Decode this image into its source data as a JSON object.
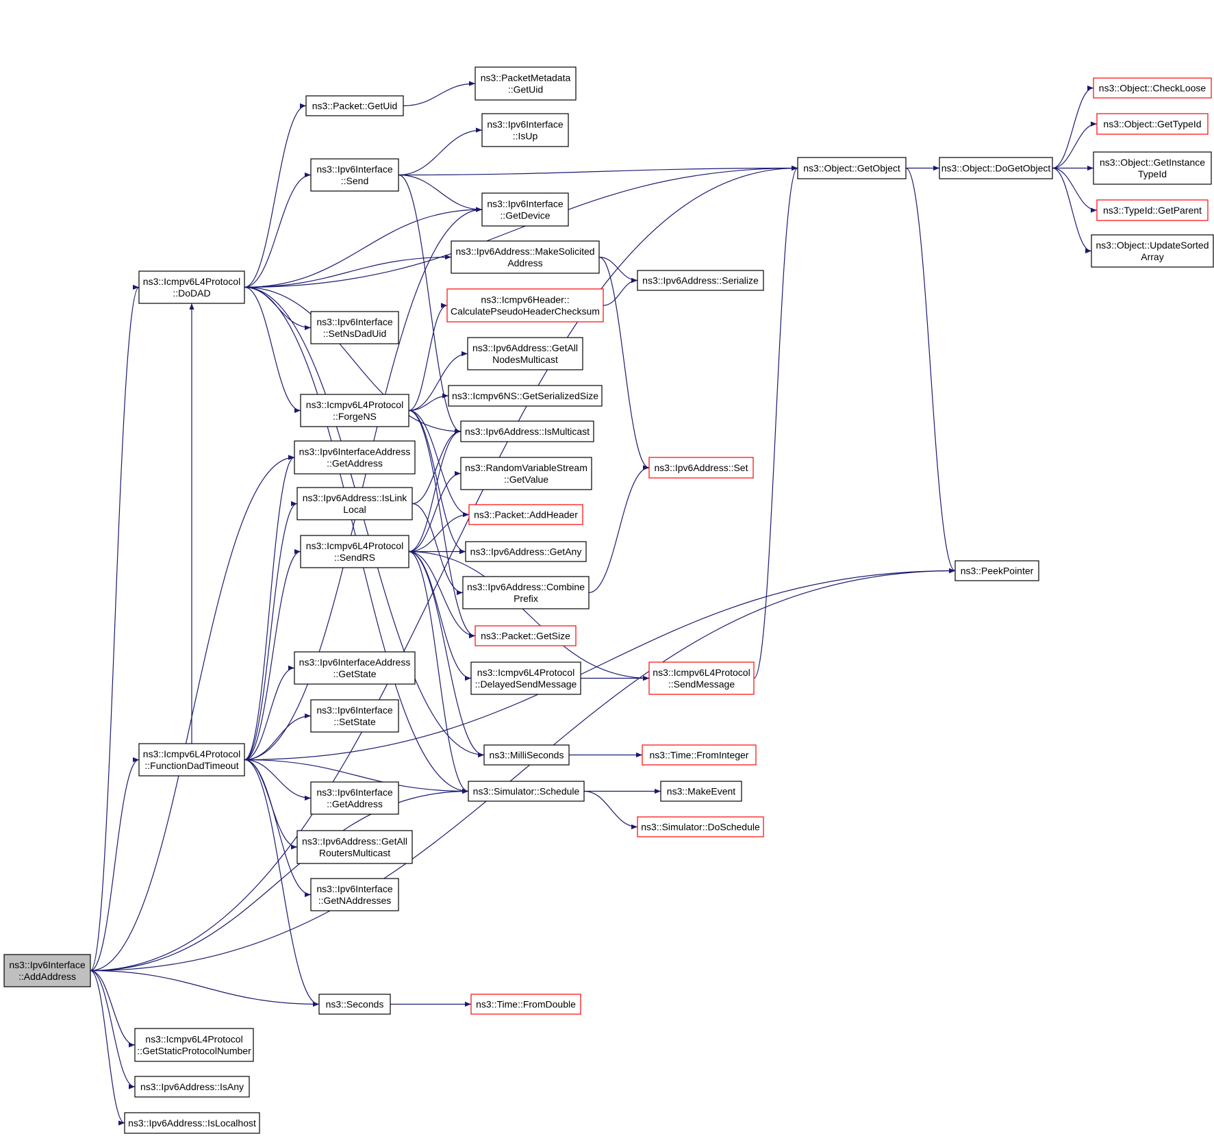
{
  "colors": {
    "edge": "#191970",
    "border_normal": "#000000",
    "border_truncated": "#ff0000",
    "root_fill": "#bfbfbf",
    "node_fill": "#ffffff"
  },
  "nodes": {
    "add_address": {
      "lines": [
        "ns3::Ipv6Interface",
        "::AddAddress"
      ],
      "style": "root"
    },
    "dodad": {
      "lines": [
        "ns3::Icmpv6L4Protocol",
        "::DoDAD"
      ],
      "style": "normal"
    },
    "func_dad": {
      "lines": [
        "ns3::Icmpv6L4Protocol",
        "::FunctionDadTimeout"
      ],
      "style": "normal"
    },
    "get_static": {
      "lines": [
        "ns3::Icmpv6L4Protocol",
        "::GetStaticProtocolNumber"
      ],
      "style": "normal"
    },
    "is_any": {
      "lines": [
        "ns3::Ipv6Address::IsAny"
      ],
      "style": "normal"
    },
    "is_localhost": {
      "lines": [
        "ns3::Ipv6Address::IsLocalhost"
      ],
      "style": "normal"
    },
    "pkt_getuid": {
      "lines": [
        "ns3::Packet::GetUid"
      ],
      "style": "normal"
    },
    "if_send": {
      "lines": [
        "ns3::Ipv6Interface",
        "::Send"
      ],
      "style": "normal"
    },
    "set_nsdaduid": {
      "lines": [
        "ns3::Ipv6Interface",
        "::SetNsDadUid"
      ],
      "style": "normal"
    },
    "forge_ns": {
      "lines": [
        "ns3::Icmpv6L4Protocol",
        "::ForgeNS"
      ],
      "style": "normal"
    },
    "ifaddr_getaddress": {
      "lines": [
        "ns3::Ipv6InterfaceAddress",
        "::GetAddress"
      ],
      "style": "normal"
    },
    "is_link_local": {
      "lines": [
        "ns3::Ipv6Address::IsLink",
        "Local"
      ],
      "style": "normal"
    },
    "send_rs": {
      "lines": [
        "ns3::Icmpv6L4Protocol",
        "::SendRS"
      ],
      "style": "normal"
    },
    "ifaddr_getstate": {
      "lines": [
        "ns3::Ipv6InterfaceAddress",
        "::GetState"
      ],
      "style": "normal"
    },
    "if_setstate": {
      "lines": [
        "ns3::Ipv6Interface",
        "::SetState"
      ],
      "style": "normal"
    },
    "if_getaddress": {
      "lines": [
        "ns3::Ipv6Interface",
        "::GetAddress"
      ],
      "style": "normal"
    },
    "all_routers": {
      "lines": [
        "ns3::Ipv6Address::GetAll",
        "RoutersMulticast"
      ],
      "style": "normal"
    },
    "if_getnaddr": {
      "lines": [
        "ns3::Ipv6Interface",
        "::GetNAddresses"
      ],
      "style": "normal"
    },
    "seconds": {
      "lines": [
        "ns3::Seconds"
      ],
      "style": "normal"
    },
    "pkt_metadata": {
      "lines": [
        "ns3::PacketMetadata",
        "::GetUid"
      ],
      "style": "normal"
    },
    "if_isup": {
      "lines": [
        "ns3::Ipv6Interface",
        "::IsUp"
      ],
      "style": "normal"
    },
    "if_getdevice": {
      "lines": [
        "ns3::Ipv6Interface",
        "::GetDevice"
      ],
      "style": "normal"
    },
    "make_solicited": {
      "lines": [
        "ns3::Ipv6Address::MakeSolicited",
        "Address"
      ],
      "style": "normal"
    },
    "calc_checksum": {
      "lines": [
        "ns3::Icmpv6Header::",
        "CalculatePseudoHeaderChecksum"
      ],
      "style": "truncated"
    },
    "all_nodes": {
      "lines": [
        "ns3::Ipv6Address::GetAll",
        "NodesMulticast"
      ],
      "style": "normal"
    },
    "ns_size": {
      "lines": [
        "ns3::Icmpv6NS::GetSerializedSize"
      ],
      "style": "normal"
    },
    "is_multicast": {
      "lines": [
        "ns3::Ipv6Address::IsMulticast"
      ],
      "style": "normal"
    },
    "rand_getvalue": {
      "lines": [
        "ns3::RandomVariableStream",
        "::GetValue"
      ],
      "style": "normal"
    },
    "add_header": {
      "lines": [
        "ns3::Packet::AddHeader"
      ],
      "style": "truncated"
    },
    "get_any": {
      "lines": [
        "ns3::Ipv6Address::GetAny"
      ],
      "style": "normal"
    },
    "combine_prefix": {
      "lines": [
        "ns3::Ipv6Address::Combine",
        "Prefix"
      ],
      "style": "normal"
    },
    "pkt_getsize": {
      "lines": [
        "ns3::Packet::GetSize"
      ],
      "style": "truncated"
    },
    "delayed_send": {
      "lines": [
        "ns3::Icmpv6L4Protocol",
        "::DelayedSendMessage"
      ],
      "style": "normal"
    },
    "millis": {
      "lines": [
        "ns3::MilliSeconds"
      ],
      "style": "normal"
    },
    "sim_schedule": {
      "lines": [
        "ns3::Simulator::Schedule"
      ],
      "style": "normal"
    },
    "from_double": {
      "lines": [
        "ns3::Time::FromDouble"
      ],
      "style": "truncated"
    },
    "get_object": {
      "lines": [
        "ns3::Object::GetObject"
      ],
      "style": "normal"
    },
    "serialize": {
      "lines": [
        "ns3::Ipv6Address::Serialize"
      ],
      "style": "normal"
    },
    "addr_set": {
      "lines": [
        "ns3::Ipv6Address::Set"
      ],
      "style": "truncated"
    },
    "send_message": {
      "lines": [
        "ns3::Icmpv6L4Protocol",
        "::SendMessage"
      ],
      "style": "truncated"
    },
    "from_integer": {
      "lines": [
        "ns3::Time::FromInteger"
      ],
      "style": "truncated"
    },
    "make_event": {
      "lines": [
        "ns3::MakeEvent"
      ],
      "style": "normal"
    },
    "do_schedule": {
      "lines": [
        "ns3::Simulator::DoSchedule"
      ],
      "style": "truncated"
    },
    "do_getobject": {
      "lines": [
        "ns3::Object::DoGetObject"
      ],
      "style": "normal"
    },
    "peek_pointer": {
      "lines": [
        "ns3::PeekPointer"
      ],
      "style": "normal"
    },
    "check_loose": {
      "lines": [
        "ns3::Object::CheckLoose"
      ],
      "style": "truncated"
    },
    "get_typeid": {
      "lines": [
        "ns3::Object::GetTypeId"
      ],
      "style": "truncated"
    },
    "get_instance_typeid": {
      "lines": [
        "ns3::Object::GetInstance",
        "TypeId"
      ],
      "style": "normal"
    },
    "typeid_parent": {
      "lines": [
        "ns3::TypeId::GetParent"
      ],
      "style": "truncated"
    },
    "update_sorted": {
      "lines": [
        "ns3::Object::UpdateSorted",
        "Array"
      ],
      "style": "normal"
    }
  },
  "edges": [
    [
      "add_address",
      "dodad"
    ],
    [
      "add_address",
      "func_dad"
    ],
    [
      "add_address",
      "get_object"
    ],
    [
      "add_address",
      "ifaddr_getaddress"
    ],
    [
      "add_address",
      "get_static"
    ],
    [
      "add_address",
      "is_any"
    ],
    [
      "add_address",
      "is_localhost"
    ],
    [
      "add_address",
      "peek_pointer"
    ],
    [
      "add_address",
      "seconds"
    ],
    [
      "add_address",
      "sim_schedule"
    ],
    [
      "dodad",
      "pkt_getuid"
    ],
    [
      "dodad",
      "if_send"
    ],
    [
      "dodad",
      "set_nsdaduid"
    ],
    [
      "dodad",
      "forge_ns"
    ],
    [
      "dodad",
      "if_getdevice"
    ],
    [
      "dodad",
      "make_solicited"
    ],
    [
      "dodad",
      "get_object"
    ],
    [
      "dodad",
      "is_multicast"
    ],
    [
      "dodad",
      "millis"
    ],
    [
      "dodad",
      "sim_schedule"
    ],
    [
      "func_dad",
      "dodad"
    ],
    [
      "func_dad",
      "ifaddr_getaddress"
    ],
    [
      "func_dad",
      "is_link_local"
    ],
    [
      "func_dad",
      "send_rs"
    ],
    [
      "func_dad",
      "ifaddr_getstate"
    ],
    [
      "func_dad",
      "if_setstate"
    ],
    [
      "func_dad",
      "if_getaddress"
    ],
    [
      "func_dad",
      "all_routers"
    ],
    [
      "func_dad",
      "if_getnaddr"
    ],
    [
      "func_dad",
      "seconds"
    ],
    [
      "func_dad",
      "sim_schedule"
    ],
    [
      "func_dad",
      "peek_pointer"
    ],
    [
      "func_dad",
      "if_getdevice"
    ],
    [
      "pkt_getuid",
      "pkt_metadata"
    ],
    [
      "if_send",
      "if_isup"
    ],
    [
      "if_send",
      "get_object"
    ],
    [
      "if_send",
      "if_getdevice"
    ],
    [
      "if_send",
      "is_multicast"
    ],
    [
      "forge_ns",
      "calc_checksum"
    ],
    [
      "forge_ns",
      "all_nodes"
    ],
    [
      "forge_ns",
      "ns_size"
    ],
    [
      "forge_ns",
      "add_header"
    ],
    [
      "forge_ns",
      "get_any"
    ],
    [
      "forge_ns",
      "pkt_getsize"
    ],
    [
      "is_link_local",
      "is_multicast"
    ],
    [
      "is_link_local",
      "combine_prefix"
    ],
    [
      "send_rs",
      "is_multicast"
    ],
    [
      "send_rs",
      "rand_getvalue"
    ],
    [
      "send_rs",
      "add_header"
    ],
    [
      "send_rs",
      "get_any"
    ],
    [
      "send_rs",
      "pkt_getsize"
    ],
    [
      "send_rs",
      "delayed_send"
    ],
    [
      "send_rs",
      "millis"
    ],
    [
      "send_rs",
      "sim_schedule"
    ],
    [
      "send_rs",
      "send_message"
    ],
    [
      "make_solicited",
      "serialize"
    ],
    [
      "make_solicited",
      "addr_set"
    ],
    [
      "calc_checksum",
      "serialize"
    ],
    [
      "combine_prefix",
      "addr_set"
    ],
    [
      "delayed_send",
      "send_message"
    ],
    [
      "send_message",
      "get_object"
    ],
    [
      "millis",
      "from_integer"
    ],
    [
      "sim_schedule",
      "make_event"
    ],
    [
      "sim_schedule",
      "do_schedule"
    ],
    [
      "seconds",
      "from_double"
    ],
    [
      "get_object",
      "do_getobject"
    ],
    [
      "get_object",
      "peek_pointer"
    ],
    [
      "do_getobject",
      "check_loose"
    ],
    [
      "do_getobject",
      "get_typeid"
    ],
    [
      "do_getobject",
      "get_instance_typeid"
    ],
    [
      "do_getobject",
      "typeid_parent"
    ],
    [
      "do_getobject",
      "update_sorted"
    ]
  ]
}
